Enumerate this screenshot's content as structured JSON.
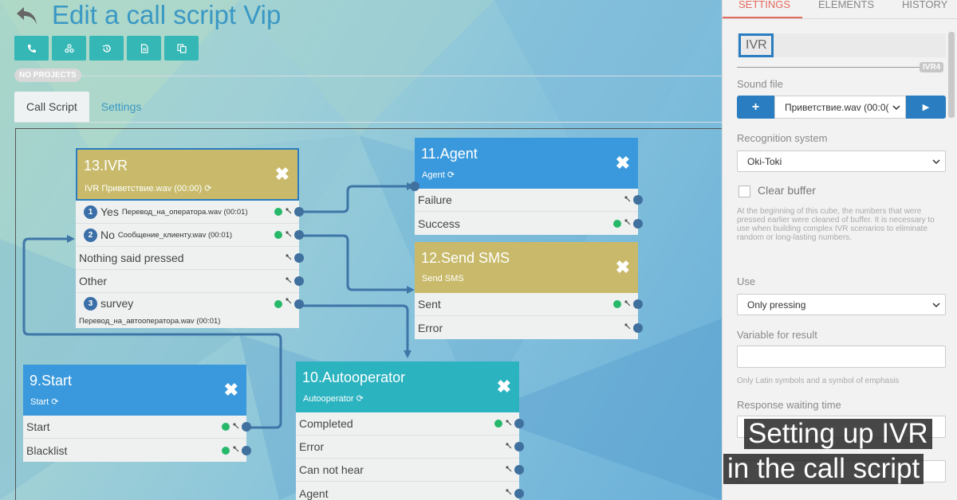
{
  "header": {
    "title": "Edit a call script Vip",
    "badge": "NO PROJECTS"
  },
  "toolbar": [
    "phone-icon",
    "share-icon",
    "history-icon",
    "document-icon",
    "copy-icon"
  ],
  "tabs": [
    {
      "label": "Call Script",
      "active": true
    },
    {
      "label": "Settings",
      "active": false
    }
  ],
  "nodes": {
    "ivr": {
      "title": "13.IVR",
      "subtitle": "IVR Приветствие.wav (00:00)",
      "color": "#c8ba6a",
      "rows": [
        {
          "num": "1",
          "label": "Yes",
          "note": "Перевод_на_оператора.wav (00:01)",
          "green": true
        },
        {
          "num": "2",
          "label": "No",
          "note": "Сообщение_клиенту.wav (00:01)",
          "green": true
        },
        {
          "num": "",
          "label": "Nothing said pressed",
          "note": "",
          "green": false
        },
        {
          "num": "",
          "label": "Other",
          "note": "",
          "green": false
        },
        {
          "num": "3",
          "label": "survey",
          "note": "",
          "green": true
        }
      ],
      "footer_note": "Перевод_на_автооператора.wav (00:01)"
    },
    "agent": {
      "title": "11.Agent",
      "subtitle": "Agent",
      "color": "#3a99dc",
      "rows": [
        {
          "label": "Failure",
          "green": false
        },
        {
          "label": "Success",
          "green": true
        }
      ]
    },
    "sms": {
      "title": "12.Send SMS",
      "subtitle": "Send SMS",
      "color": "#c8ba6a",
      "rows": [
        {
          "label": "Sent",
          "green": true
        },
        {
          "label": "Error",
          "green": false
        }
      ]
    },
    "start": {
      "title": "9.Start",
      "subtitle": "Start",
      "color": "#3a99dc",
      "rows": [
        {
          "label": "Start",
          "green": true
        },
        {
          "label": "Blacklist",
          "green": true
        }
      ]
    },
    "auto": {
      "title": "10.Autooperator",
      "subtitle": "Autooperator",
      "color": "#2bb3c0",
      "rows": [
        {
          "label": "Completed",
          "green": true
        },
        {
          "label": "Error",
          "green": false
        },
        {
          "label": "Can not hear",
          "green": false
        },
        {
          "label": "Agent",
          "green": false
        }
      ]
    }
  },
  "panel": {
    "tabs": [
      {
        "label": "SETTINGS",
        "active": true
      },
      {
        "label": "ELEMENTS",
        "active": false
      },
      {
        "label": "HISTORY",
        "active": false
      }
    ],
    "name_value": "IVR",
    "id_badge": "IVR4",
    "sound_label": "Sound file",
    "sound_add": "+",
    "sound_value": "Приветствие.wav (00:0(",
    "sound_play": "▶",
    "recognition_label": "Recognition system",
    "recognition_value": "Oki-Toki",
    "clear_buffer_label": "Clear buffer",
    "clear_buffer_hint": "At the beginning of this cube, the numbers that were pressed earlier were cleaned of buffer. It is necessary to use when building complex IVR scenarios to eliminate random or long-lasting numbers.",
    "use_label": "Use",
    "use_value": "Only pressing",
    "variable_label": "Variable for result",
    "variable_hint": "Only Latin symbols and a symbol of emphasis",
    "waiting_label": "Response waiting time"
  },
  "caption": {
    "line1": "Setting up IVR",
    "line2": "in the call script"
  },
  "colors": {
    "accent": "#2a7dc0",
    "port": "#40709e",
    "active_tab": "#e56a5e"
  }
}
